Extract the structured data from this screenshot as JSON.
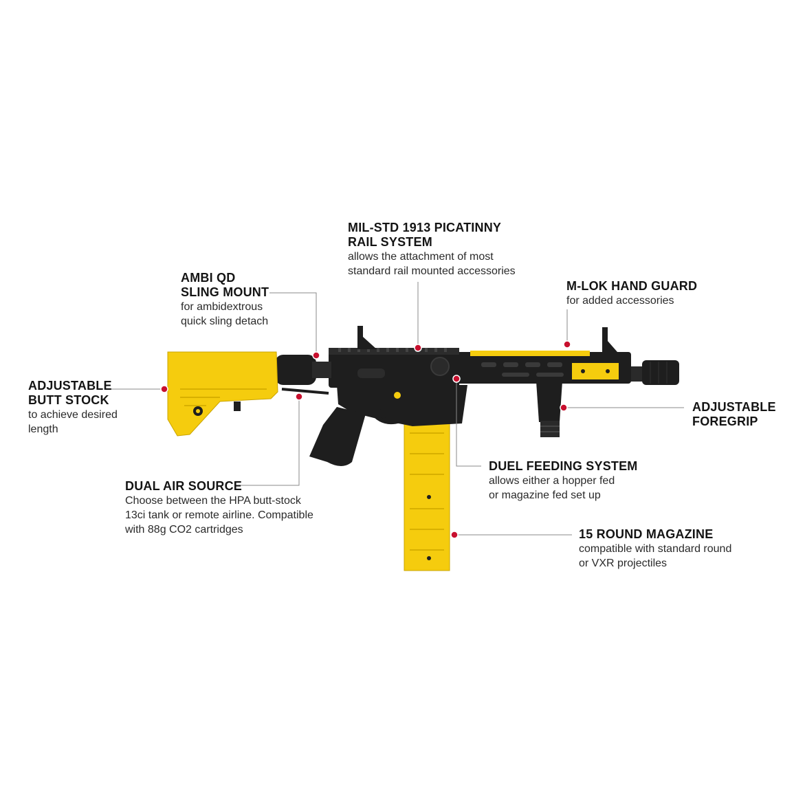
{
  "colors": {
    "body_black": "#1e1e1e",
    "accent_yellow": "#f5cc0e",
    "marker_red": "#c8102e",
    "leader_gray": "#8a8a8a",
    "text": "#141414"
  },
  "image": {
    "icon": "paintball-marker-rifle-image"
  },
  "callouts": {
    "picatinny": {
      "title": [
        "MIL-STD 1913 PICATINNY",
        "RAIL SYSTEM"
      ],
      "desc": [
        "allows the attachment of most",
        "standard rail mounted accessories"
      ]
    },
    "ambi_qd": {
      "title": [
        "AMBI QD",
        "SLING MOUNT"
      ],
      "desc": [
        "for ambidextrous",
        "quick sling detach"
      ]
    },
    "mlok": {
      "title": [
        "M-LOK HAND GUARD"
      ],
      "desc": [
        "for added accessories"
      ]
    },
    "butt_stock": {
      "title": [
        "ADJUSTABLE",
        "BUTT STOCK"
      ],
      "desc": [
        "to achieve desired",
        "length"
      ]
    },
    "foregrip": {
      "title": [
        "ADJUSTABLE",
        "FOREGRIP"
      ],
      "desc": []
    },
    "duel_feed": {
      "title": [
        "DUEL FEEDING SYSTEM"
      ],
      "desc": [
        "allows either a hopper fed",
        "or magazine fed set up"
      ]
    },
    "dual_air": {
      "title": [
        "DUAL AIR SOURCE"
      ],
      "desc": [
        "Choose between the HPA butt-stock",
        "13ci tank or remote airline. Compatible",
        "with 88g CO2 cartridges"
      ]
    },
    "magazine": {
      "title": [
        "15 ROUND MAGAZINE"
      ],
      "desc": [
        "compatible with standard round",
        "or VXR projectiles"
      ]
    }
  }
}
